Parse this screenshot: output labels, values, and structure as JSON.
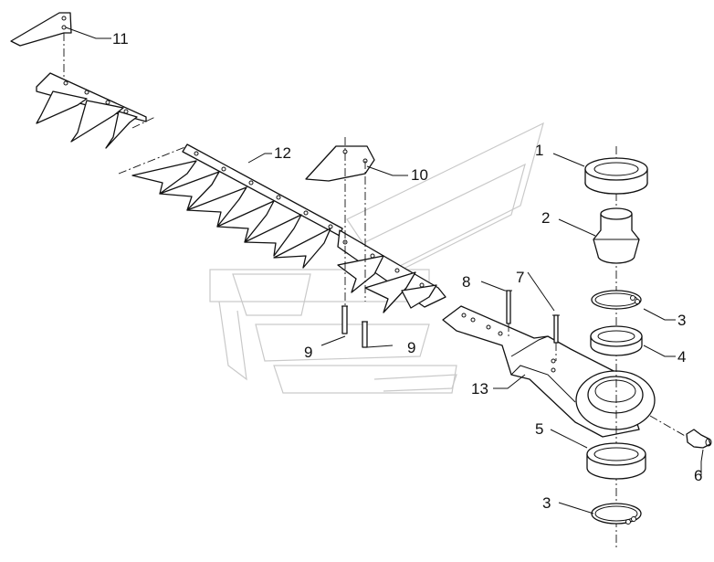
{
  "callouts": {
    "c1": "1",
    "c2": "2",
    "c3a": "3",
    "c3b": "3",
    "c4": "4",
    "c5": "5",
    "c6": "6",
    "c7": "7",
    "c8": "8",
    "c9a": "9",
    "c9b": "9",
    "c10": "10",
    "c11": "11",
    "c12": "12",
    "c13": "13"
  }
}
